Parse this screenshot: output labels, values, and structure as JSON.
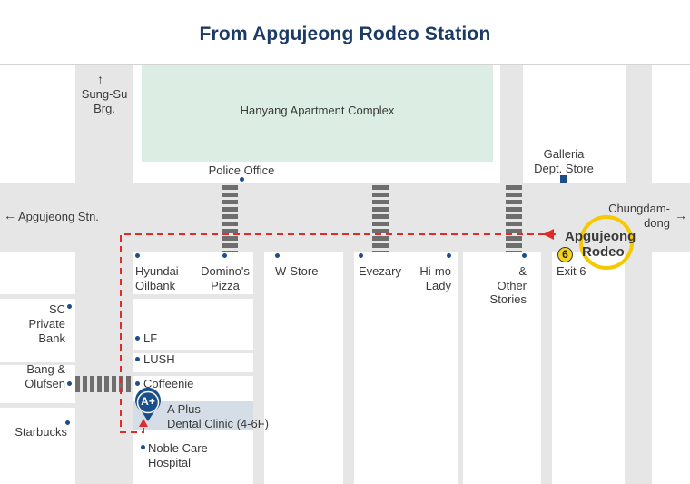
{
  "title": "From Apgujeong Rodeo Station",
  "colors": {
    "title": "#1b3a66",
    "road": "#e6e6e6",
    "block": "#ffffff",
    "apartment": "#dceee3",
    "route": "#e12a2a",
    "station_ring": "#f6c800",
    "exit_badge": "#f6d21b",
    "marker": "#1b4f8a"
  },
  "icons": {
    "north_arrow": "↑",
    "west_arrow": "←",
    "east_arrow": "→",
    "clinic_marker": "A+"
  },
  "labels": {
    "sungsu_line1": "Sung-Su",
    "sungsu_line2": "Brg.",
    "apartment": "Hanyang Apartment Complex",
    "police": "Police Office",
    "galleria_line1": "Galleria",
    "galleria_line2": "Dept. Store",
    "apgujeong_stn": "Apgujeong Stn.",
    "chungdam_line1": "Chungdam-",
    "chungdam_line2": "dong",
    "station_line1": "Apgujeong",
    "station_line2": "Rodeo",
    "exit_number": "6",
    "exit_label": "Exit 6",
    "hyundai_line1": "Hyundai",
    "hyundai_line2": "Oilbank",
    "dominos_line1": "Domino's",
    "dominos_line2": "Pizza",
    "wstore": "W-Store",
    "evezary": "Evezary",
    "himo_line1": "Hi-mo",
    "himo_line2": "Lady",
    "other_line1": "&",
    "other_line2": "Other",
    "other_line3": "Stories",
    "sc_line1": "SC",
    "sc_line2": "Private",
    "sc_line3": "Bank",
    "bang_line1": "Bang &",
    "bang_line2": "Olufsen",
    "starbucks": "Starbucks",
    "lf": "LF",
    "lush": "LUSH",
    "coffeenie": "Coffeenie",
    "clinic_line1": "A Plus",
    "clinic_line2": "Dental Clinic (4-6F)",
    "noble_line1": "Noble Care",
    "noble_line2": "Hospital"
  }
}
